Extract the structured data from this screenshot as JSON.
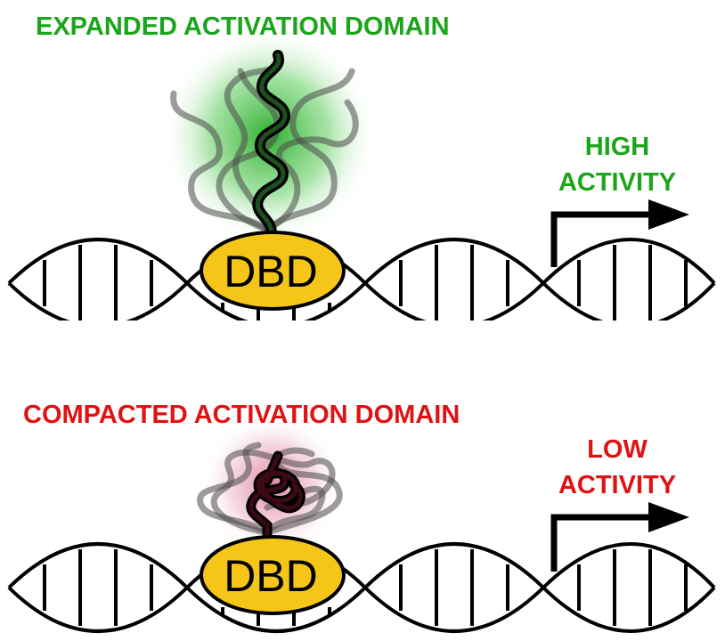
{
  "colors": {
    "expanded": "#1aa51a",
    "compacted": "#e01212",
    "dbd_fill": "#f5c518",
    "strand": "#000000"
  },
  "panels": [
    {
      "title": "EXPANDED ACTIVATION DOMAIN",
      "activity_line1": "HIGH",
      "activity_line2": "ACTIVITY",
      "dbd_label": "DBD",
      "state": "expanded"
    },
    {
      "title": "COMPACTED ACTIVATION DOMAIN",
      "activity_line1": "LOW",
      "activity_line2": "ACTIVITY",
      "dbd_label": "DBD",
      "state": "compacted"
    }
  ]
}
